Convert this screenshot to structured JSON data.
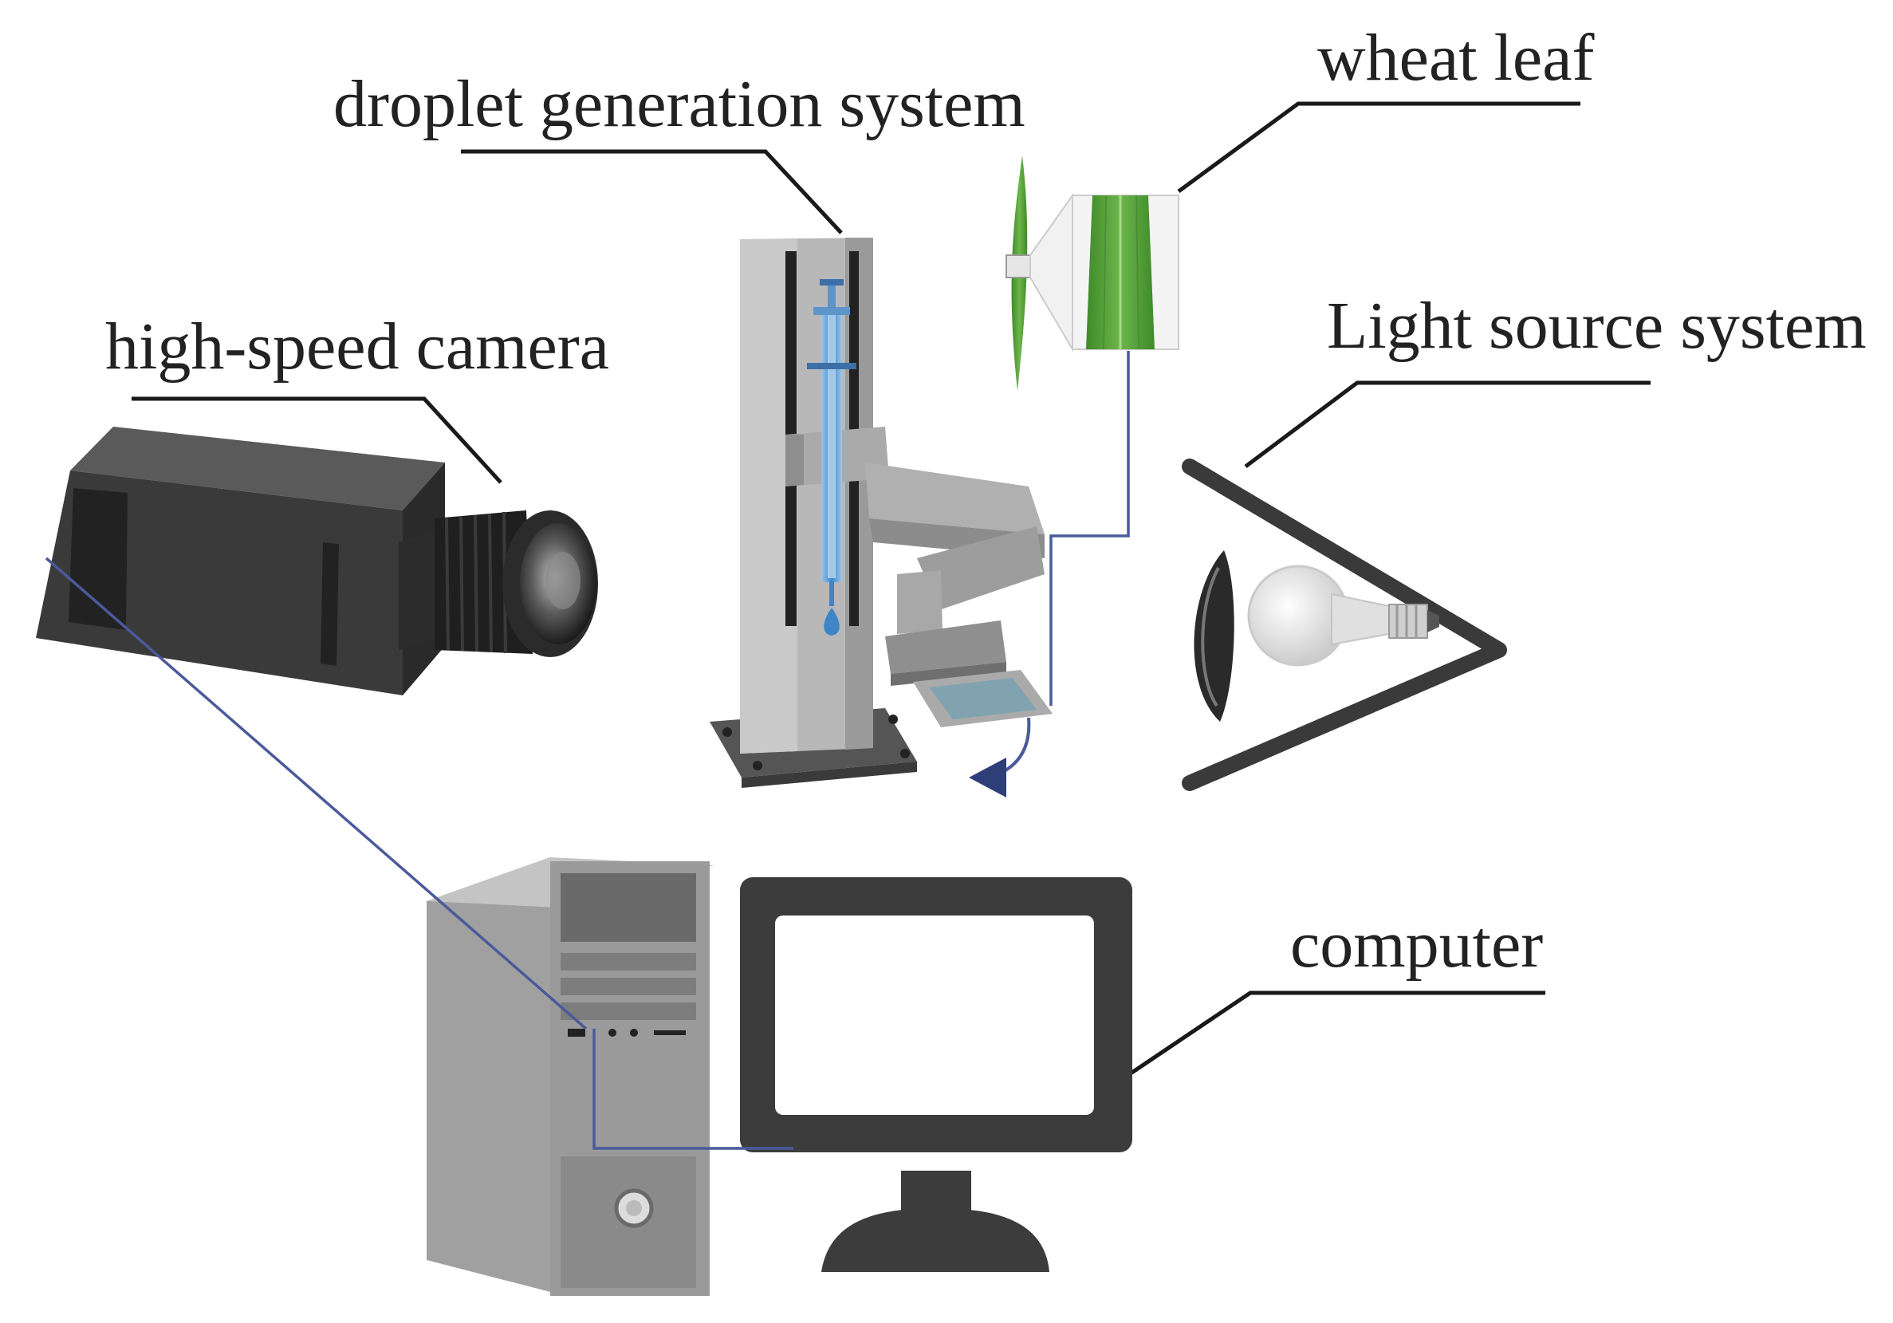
{
  "labels": {
    "droplet": "droplet generation system",
    "leaf": "wheat leaf",
    "camera": "high-speed camera",
    "light": "Light source system",
    "computer": "computer"
  },
  "colors": {
    "background": "#ffffff",
    "text": "#222222",
    "leader_line": "#1a1a1a",
    "cable": "#4a5a9a",
    "camera_body": "#3a3a3a",
    "camera_lens": "#1e1e1e",
    "stand": "#a9a9a9",
    "syringe": "#6fa8dc",
    "leaf_green": "#5aa03a",
    "monitor": "#3c3c3c",
    "tower": "#9a9a9a",
    "lamp_frame": "#3a3a3a"
  },
  "icons": {
    "camera": "high-speed-camera-icon",
    "stand": "droplet-stand-icon",
    "leaf": "wheat-leaf-icon",
    "light": "lamp-reflector-icon",
    "tower": "pc-tower-icon",
    "monitor": "monitor-icon"
  }
}
